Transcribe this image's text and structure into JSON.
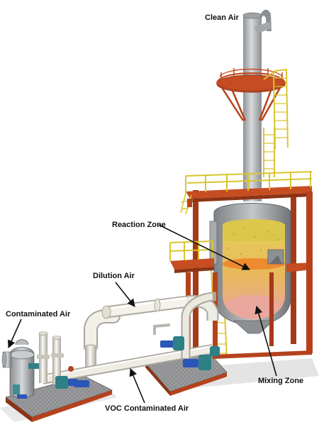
{
  "labels": {
    "clean_air": "Clean Air",
    "reaction_zone": "Reaction Zone",
    "dilution_air": "Dilution Air",
    "contaminated_air": "Contaminated Air",
    "mixing_zone": "Mixing Zone",
    "voc_contaminated_air": "VOC Contaminated Air"
  },
  "colors": {
    "steel_frame": "#b5421c",
    "safety_rail": "#e3d23e",
    "stack_grey": "#b4b6b8",
    "pipe": "#e6e3d8",
    "pump_teal": "#2f7f86",
    "motor_blue": "#2a56b8",
    "media_yellow": "#d9c64a",
    "reaction_orange": "#f28c28",
    "mixing_pink": "#e9a6a0"
  }
}
